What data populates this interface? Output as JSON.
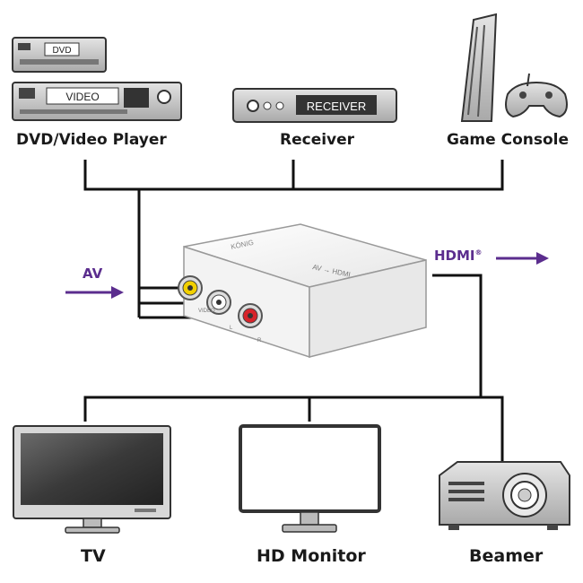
{
  "sources": {
    "dvd": {
      "label": "DVD/Video Player",
      "screen_top": "DVD",
      "screen_bottom": "VIDEO"
    },
    "receiver": {
      "label": "Receiver",
      "screen": "RECEIVER"
    },
    "console": {
      "label": "Game Console"
    }
  },
  "signals": {
    "input": {
      "label": "AV"
    },
    "output": {
      "label": "HDMI",
      "mark": "®"
    }
  },
  "adapter": {
    "brand": "KÖNIG",
    "model": "AV → HDMI",
    "jack_labels": [
      "VIDEO",
      "L",
      "R"
    ]
  },
  "displays": {
    "tv": {
      "label": "TV"
    },
    "monitor": {
      "label": "HD Monitor"
    },
    "beamer": {
      "label": "Beamer"
    }
  },
  "colors": {
    "accent": "#5b2d8e",
    "line": "#111111",
    "device_gray": "#c9c9c9",
    "jack_yellow": "#f2d000",
    "jack_red": "#d8232a"
  }
}
